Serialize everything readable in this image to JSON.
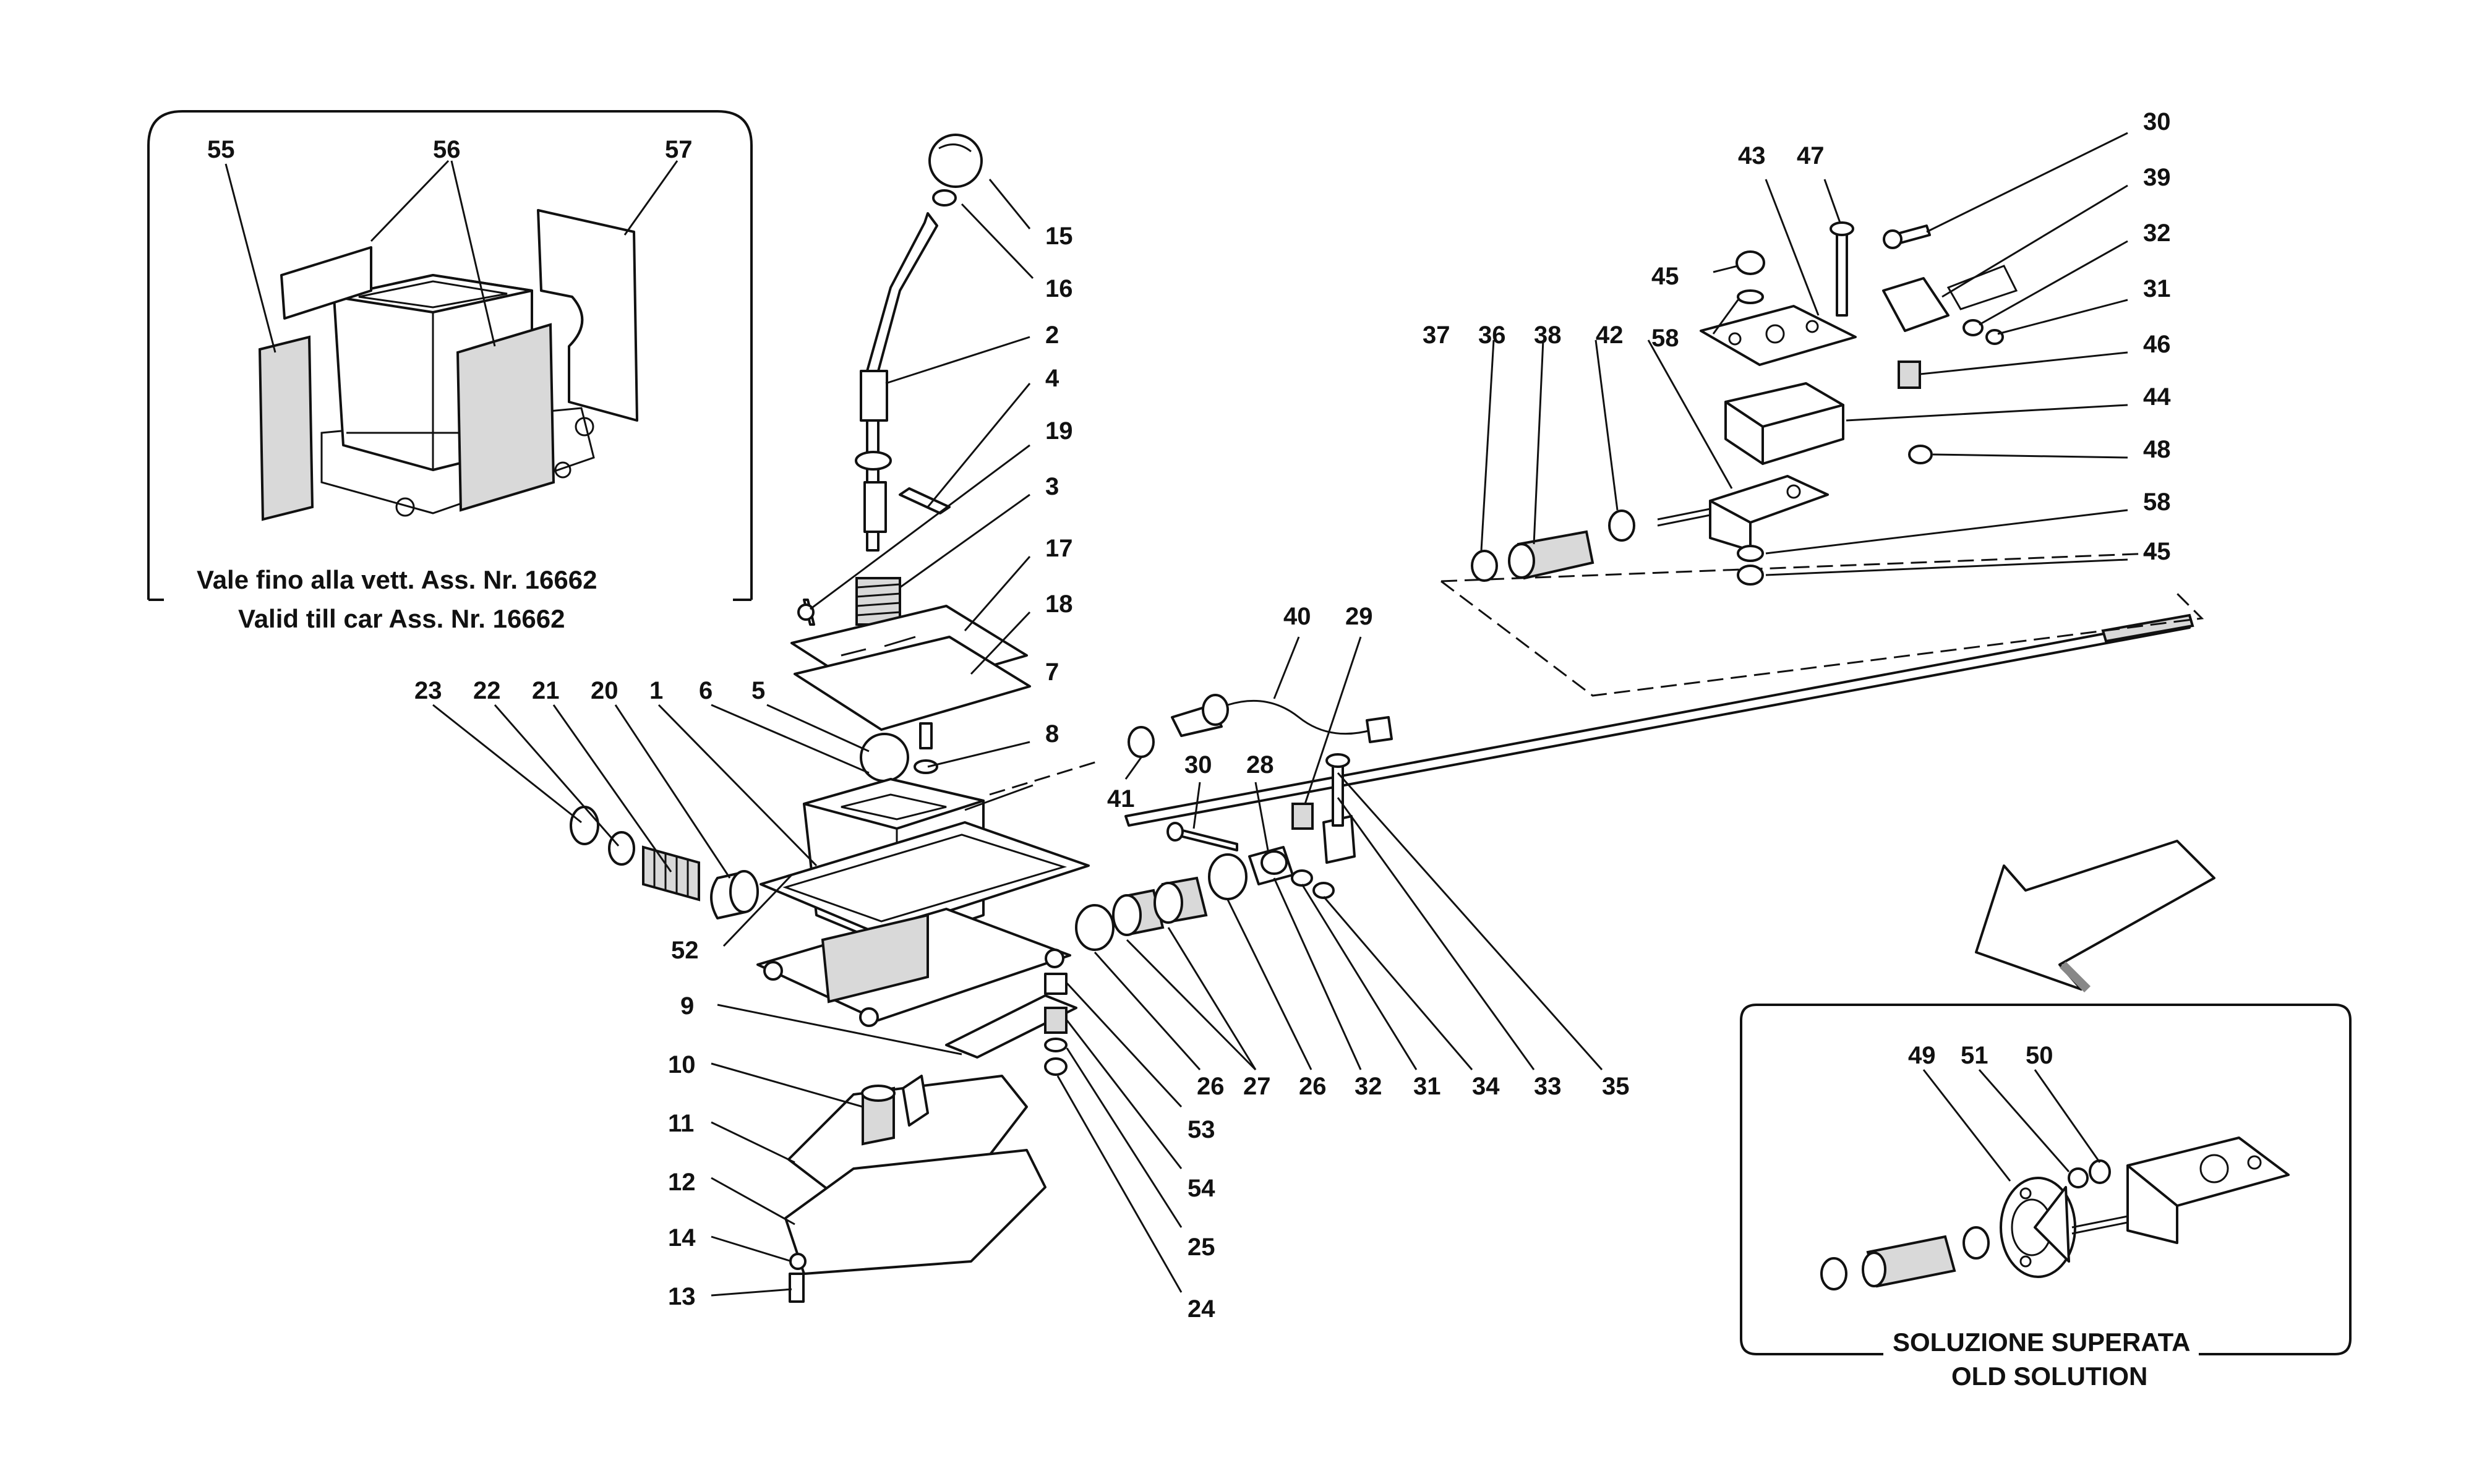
{
  "inset_top_left": {
    "caption_it": "Vale fino alla vett. Ass. Nr. 16662",
    "caption_en": "Valid till car Ass. Nr. 16662"
  },
  "inset_bottom_right": {
    "caption_it": "SOLUZIONE SUPERATA",
    "caption_en": "OLD SOLUTION"
  },
  "callouts": {
    "c1": "1",
    "c2": "2",
    "c3": "3",
    "c4": "4",
    "c5": "5",
    "c6": "6",
    "c7": "7",
    "c8": "8",
    "c9": "9",
    "c10": "10",
    "c11": "11",
    "c12": "12",
    "c13": "13",
    "c14": "14",
    "c15": "15",
    "c16": "16",
    "c17": "17",
    "c18": "18",
    "c19": "19",
    "c20": "20",
    "c21": "21",
    "c22": "22",
    "c23": "23",
    "c24": "24",
    "c25": "25",
    "c26a": "26",
    "c26b": "26",
    "c27": "27",
    "c28": "28",
    "c29": "29",
    "c30a": "30",
    "c30b": "30",
    "c31a": "31",
    "c31b": "31",
    "c32a": "32",
    "c32b": "32",
    "c33": "33",
    "c34": "34",
    "c35": "35",
    "c36": "36",
    "c37": "37",
    "c38": "38",
    "c39": "39",
    "c40": "40",
    "c41": "41",
    "c42": "42",
    "c43": "43",
    "c44": "44",
    "c45a": "45",
    "c45b": "45",
    "c46": "46",
    "c47": "47",
    "c48": "48",
    "c49": "49",
    "c50": "50",
    "c51": "51",
    "c52": "52",
    "c53": "53",
    "c54": "54",
    "c55": "55",
    "c56": "56",
    "c57": "57",
    "c58a": "58",
    "c58b": "58"
  }
}
